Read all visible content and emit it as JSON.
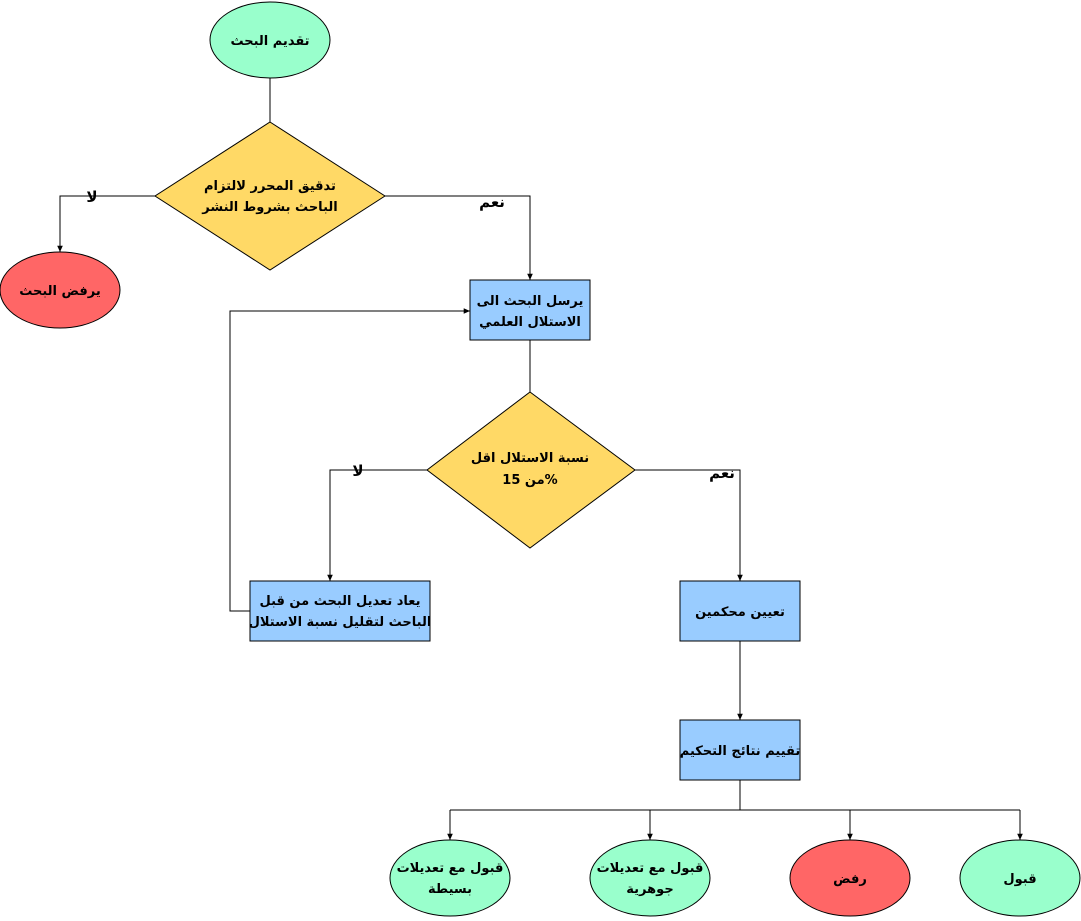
{
  "colors": {
    "start": "#99ffcc",
    "reject": "#ff6666",
    "decision": "#ffd966",
    "process": "#99ccff",
    "accept": "#99ffcc"
  },
  "nodes": {
    "submit": [
      "تقديم البحث"
    ],
    "editor_check": [
      "تدقيق المحرر لالتزام",
      "الباحث بشروط النشر"
    ],
    "reject_paper": [
      "يرفض البحث"
    ],
    "plagiarism_send": [
      "يرسل البحث الى",
      "الاستلال العلمي"
    ],
    "plagiarism_check": [
      "نسبة الاستلال اقل",
      "من 15%"
    ],
    "revise": [
      "يعاد تعديل البحث من قبل",
      "الباحث لتقليل نسبة الاستلال"
    ],
    "assign_reviewers": [
      "تعيين محكمين"
    ],
    "evaluate": [
      "تقييم نتائج التحكيم"
    ],
    "minor_revisions": [
      "قبول مع تعديلات",
      "بسيطة"
    ],
    "major_revisions": [
      "قبول مع تعديلات",
      "جوهرية"
    ],
    "rejection": [
      "رفض"
    ],
    "acceptance": [
      "قبول"
    ]
  },
  "edge_labels": {
    "editor_no": "لا",
    "editor_yes": "نعم",
    "plag_no": "لا",
    "plag_yes": "نعم"
  }
}
